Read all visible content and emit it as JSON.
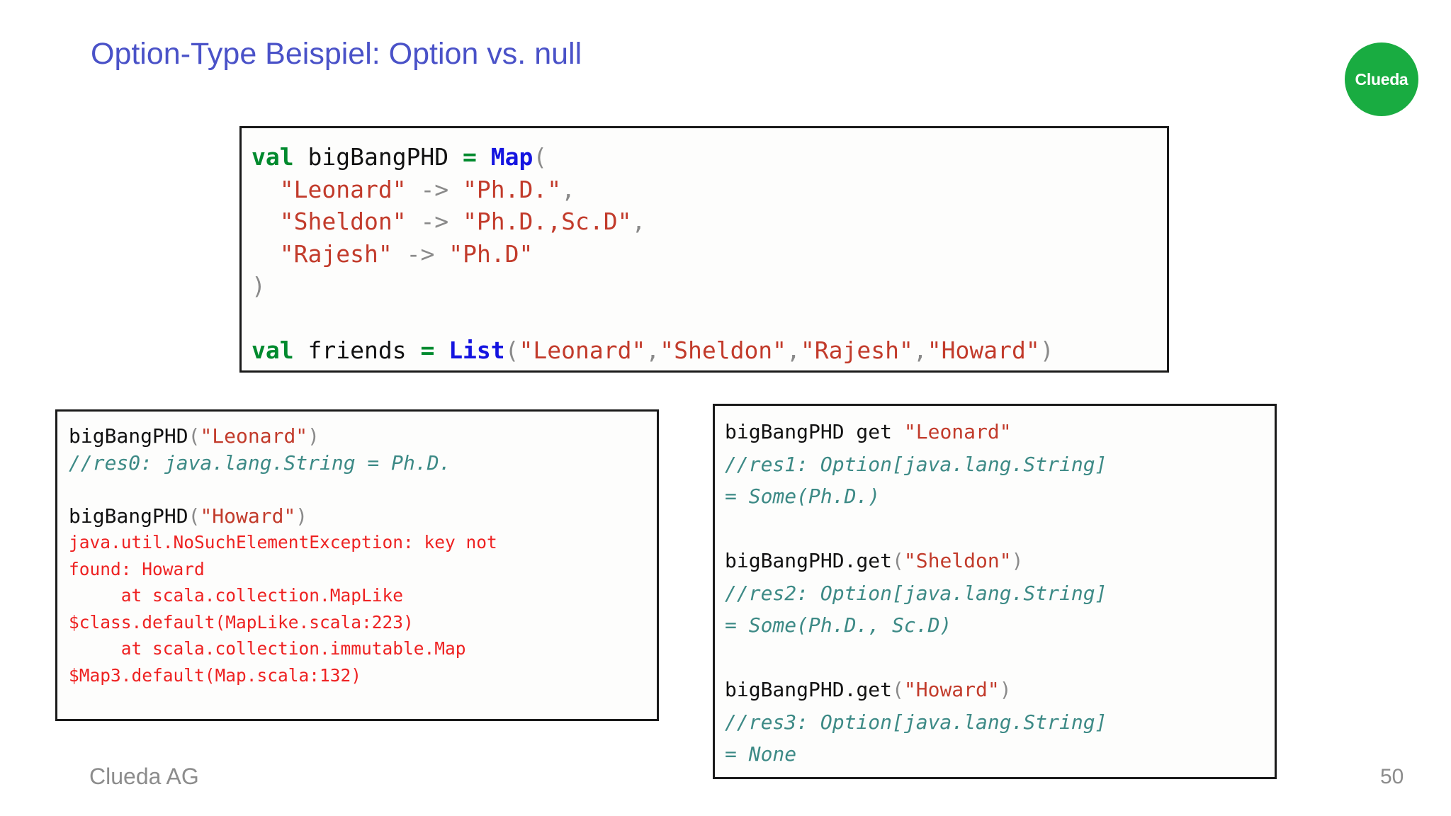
{
  "slide": {
    "title": "Option-Type Beispiel: Option vs. null",
    "page_number": "50",
    "footer": "Clueda AG",
    "logo_text": "Clueda",
    "colors": {
      "title": "#4a52c8",
      "logo_bg": "#19ac41",
      "keyword": "#008a2e",
      "type": "#1414e0",
      "string": "#c23b2b",
      "comment": "#3d8a86",
      "error": "#ee2222",
      "punct": "#8a8a8a",
      "footer": "#8c8c8c",
      "box_border": "#1a1a1a"
    }
  },
  "main_code": {
    "lines": [
      {
        "tokens": [
          {
            "t": "val",
            "c": "kw"
          },
          {
            "t": " ",
            "c": "plain"
          },
          {
            "t": "bigBangPHD",
            "c": "plain"
          },
          {
            "t": " ",
            "c": "plain"
          },
          {
            "t": "=",
            "c": "eq"
          },
          {
            "t": " ",
            "c": "plain"
          },
          {
            "t": "Map",
            "c": "type"
          },
          {
            "t": "(",
            "c": "punct"
          }
        ]
      },
      {
        "tokens": [
          {
            "t": "  ",
            "c": "plain"
          },
          {
            "t": "\"Leonard\"",
            "c": "str"
          },
          {
            "t": " ",
            "c": "plain"
          },
          {
            "t": "->",
            "c": "op"
          },
          {
            "t": " ",
            "c": "plain"
          },
          {
            "t": "\"Ph.D.\"",
            "c": "str"
          },
          {
            "t": ",",
            "c": "punct"
          }
        ]
      },
      {
        "tokens": [
          {
            "t": "  ",
            "c": "plain"
          },
          {
            "t": "\"Sheldon\"",
            "c": "str"
          },
          {
            "t": " ",
            "c": "plain"
          },
          {
            "t": "->",
            "c": "op"
          },
          {
            "t": " ",
            "c": "plain"
          },
          {
            "t": "\"Ph.D.,Sc.D\"",
            "c": "str"
          },
          {
            "t": ",",
            "c": "punct"
          }
        ]
      },
      {
        "tokens": [
          {
            "t": "  ",
            "c": "plain"
          },
          {
            "t": "\"Rajesh\"",
            "c": "str"
          },
          {
            "t": " ",
            "c": "plain"
          },
          {
            "t": "->",
            "c": "op"
          },
          {
            "t": " ",
            "c": "plain"
          },
          {
            "t": "\"Ph.D\"",
            "c": "str"
          }
        ]
      },
      {
        "tokens": [
          {
            "t": ")",
            "c": "punct"
          }
        ]
      },
      {
        "tokens": [
          {
            "t": " ",
            "c": "plain"
          }
        ]
      },
      {
        "tokens": [
          {
            "t": "val",
            "c": "kw"
          },
          {
            "t": " ",
            "c": "plain"
          },
          {
            "t": "friends",
            "c": "plain"
          },
          {
            "t": " ",
            "c": "plain"
          },
          {
            "t": "=",
            "c": "eq"
          },
          {
            "t": " ",
            "c": "plain"
          },
          {
            "t": "List",
            "c": "type"
          },
          {
            "t": "(",
            "c": "punct"
          },
          {
            "t": "\"Leonard\"",
            "c": "str"
          },
          {
            "t": ",",
            "c": "punct"
          },
          {
            "t": "\"Sheldon\"",
            "c": "str"
          },
          {
            "t": ",",
            "c": "punct"
          },
          {
            "t": "\"Rajesh\"",
            "c": "str"
          },
          {
            "t": ",",
            "c": "punct"
          },
          {
            "t": "\"Howard\"",
            "c": "str"
          },
          {
            "t": ")",
            "c": "punct"
          }
        ]
      }
    ],
    "plain_text": "val bigBangPHD = Map(\n  \"Leonard\" -> \"Ph.D.\",\n  \"Sheldon\" -> \"Ph.D.,Sc.D\",\n  \"Rajesh\" -> \"Ph.D\"\n)\n\nval friends = List(\"Leonard\",\"Sheldon\",\"Rajesh\",\"Howard\")"
  },
  "left_code": {
    "lines": [
      {
        "size": "normal",
        "tokens": [
          {
            "t": "bigBangPHD",
            "c": "plain"
          },
          {
            "t": "(",
            "c": "punct"
          },
          {
            "t": "\"Leonard\"",
            "c": "str"
          },
          {
            "t": ")",
            "c": "punct"
          }
        ]
      },
      {
        "size": "normal",
        "tokens": [
          {
            "t": "//res0: java.lang.String = Ph.D.",
            "c": "comment"
          }
        ]
      },
      {
        "size": "normal",
        "tokens": [
          {
            "t": " ",
            "c": "plain"
          }
        ]
      },
      {
        "size": "normal",
        "tokens": [
          {
            "t": "bigBangPHD",
            "c": "plain"
          },
          {
            "t": "(",
            "c": "punct"
          },
          {
            "t": "\"Howard\"",
            "c": "str"
          },
          {
            "t": ")",
            "c": "punct"
          }
        ]
      },
      {
        "size": "err",
        "tokens": [
          {
            "t": "java.util.NoSuchElementException: key not",
            "c": "err"
          }
        ]
      },
      {
        "size": "err",
        "tokens": [
          {
            "t": "found: Howard",
            "c": "err"
          }
        ]
      },
      {
        "size": "err",
        "tokens": [
          {
            "t": "     at scala.collection.MapLike",
            "c": "err"
          }
        ]
      },
      {
        "size": "err",
        "tokens": [
          {
            "t": "$class.default(MapLike.scala:223)",
            "c": "err"
          }
        ]
      },
      {
        "size": "err",
        "tokens": [
          {
            "t": "     at scala.collection.immutable.Map",
            "c": "err"
          }
        ]
      },
      {
        "size": "err",
        "tokens": [
          {
            "t": "$Map3.default(Map.scala:132)",
            "c": "err"
          }
        ]
      }
    ],
    "plain_text": "bigBangPHD(\"Leonard\")\n//res0: java.lang.String = Ph.D.\n\nbigBangPHD(\"Howard\")\njava.util.NoSuchElementException: key not\nfound: Howard\n     at scala.collection.MapLike\n$class.default(MapLike.scala:223)\n     at scala.collection.immutable.Map\n$Map3.default(Map.scala:132)"
  },
  "right_code": {
    "lines": [
      {
        "tokens": [
          {
            "t": "bigBangPHD get ",
            "c": "plain"
          },
          {
            "t": "\"Leonard\"",
            "c": "str"
          }
        ]
      },
      {
        "tokens": [
          {
            "t": "//res1: Option[java.lang.String]",
            "c": "comment"
          }
        ]
      },
      {
        "tokens": [
          {
            "t": "= Some(Ph.D.)",
            "c": "comment"
          }
        ]
      },
      {
        "tokens": [
          {
            "t": " ",
            "c": "plain"
          }
        ]
      },
      {
        "tokens": [
          {
            "t": "bigBangPHD",
            "c": "plain"
          },
          {
            "t": ".",
            "c": "plain"
          },
          {
            "t": "get",
            "c": "plain"
          },
          {
            "t": "(",
            "c": "punct"
          },
          {
            "t": "\"Sheldon\"",
            "c": "str"
          },
          {
            "t": ")",
            "c": "punct"
          }
        ]
      },
      {
        "tokens": [
          {
            "t": "//res2: Option[java.lang.String]",
            "c": "comment"
          }
        ]
      },
      {
        "tokens": [
          {
            "t": "= Some(Ph.D., Sc.D)",
            "c": "comment"
          }
        ]
      },
      {
        "tokens": [
          {
            "t": " ",
            "c": "plain"
          }
        ]
      },
      {
        "tokens": [
          {
            "t": "bigBangPHD",
            "c": "plain"
          },
          {
            "t": ".",
            "c": "plain"
          },
          {
            "t": "get",
            "c": "plain"
          },
          {
            "t": "(",
            "c": "punct"
          },
          {
            "t": "\"Howard\"",
            "c": "str"
          },
          {
            "t": ")",
            "c": "punct"
          }
        ]
      },
      {
        "tokens": [
          {
            "t": "//res3: Option[java.lang.String]",
            "c": "comment"
          }
        ]
      },
      {
        "tokens": [
          {
            "t": "= None",
            "c": "comment"
          }
        ]
      }
    ],
    "plain_text": "bigBangPHD get \"Leonard\"\n//res1: Option[java.lang.String]\n= Some(Ph.D.)\n\nbigBangPHD.get(\"Sheldon\")\n//res2: Option[java.lang.String]\n= Some(Ph.D., Sc.D)\n\nbigBangPHD.get(\"Howard\")\n//res3: Option[java.lang.String]\n= None"
  }
}
